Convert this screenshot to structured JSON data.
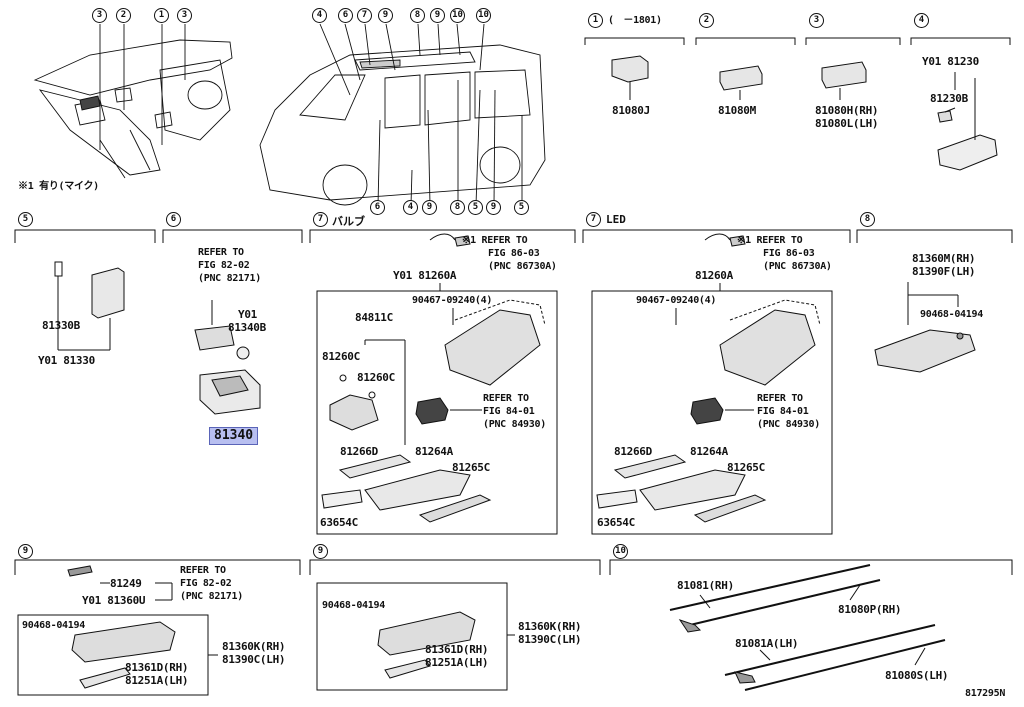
{
  "diagram_id": "817295N",
  "note_mic": "※1 有り(マイク)",
  "overview": {
    "left_callouts": [
      "3",
      "2",
      "1",
      "3"
    ],
    "right_top_callouts": [
      "4",
      "6",
      "7",
      "9",
      "8",
      "9",
      "10",
      "10"
    ],
    "right_bottom_callouts": [
      "6",
      "4",
      "9",
      "8",
      "5",
      "9",
      "5"
    ]
  },
  "top_sections": [
    {
      "num": "1",
      "cond": "(　－1801)",
      "part": "81080J"
    },
    {
      "num": "2",
      "cond": "",
      "part": "81080M"
    },
    {
      "num": "3",
      "cond": "",
      "part": "81080H(RH)",
      "part2": "81080L(LH)"
    },
    {
      "num": "4",
      "cond": "",
      "part": "Y01 81230",
      "part2": "81230B"
    }
  ],
  "sec5": {
    "num": "5",
    "p1": "81330B",
    "p2": "Y01 81330"
  },
  "sec6": {
    "num": "6",
    "ref1": "REFER TO",
    "ref2": "FIG 82-02",
    "ref3": "(PNC 82171)",
    "y01": "Y01",
    "p1": "81340B",
    "p2": "81340"
  },
  "sec7a": {
    "num": "7",
    "label": "バルブ",
    "note": "※1 REFER TO",
    "ref2": "FIG 86-03",
    "ref3": "(PNC 86730A)",
    "assy": "Y01 81260A",
    "bolt": "90467-09240(4)",
    "p1": "84811C",
    "p2": "81260C",
    "p3": "81260C",
    "r1": "REFER TO",
    "r2": "FIG 84-01",
    "r3": "(PNC 84930)",
    "p4": "81266D",
    "p5": "81264A",
    "p6": "81265C",
    "p7": "63654C"
  },
  "sec7b": {
    "num": "7",
    "label": "LED",
    "note": "※1 REFER TO",
    "ref2": "FIG 86-03",
    "ref3": "(PNC 86730A)",
    "assy": "81260A",
    "bolt": "90467-09240(4)",
    "r1": "REFER TO",
    "r2": "FIG 84-01",
    "r3": "(PNC 84930)",
    "p4": "81266D",
    "p5": "81264A",
    "p6": "81265C",
    "p7": "63654C"
  },
  "sec8": {
    "num": "8",
    "p1": "81360M(RH)",
    "p2": "81390F(LH)",
    "p3": "90468-04194"
  },
  "sec9a": {
    "num": "9",
    "p1": "81249",
    "p2": "Y01 81360U",
    "r1": "REFER TO",
    "r2": "FIG 82-02",
    "r3": "(PNC 82171)",
    "p3": "90468-04194",
    "p4": "81360K(RH)",
    "p5": "81390C(LH)",
    "p6": "81361D(RH)",
    "p7": "81251A(LH)"
  },
  "sec9b": {
    "num": "9",
    "p3": "90468-04194",
    "p4": "81360K(RH)",
    "p5": "81390C(LH)",
    "p6": "81361D(RH)",
    "p7": "81251A(LH)"
  },
  "sec10": {
    "num": "10",
    "p1": "81081(RH)",
    "p2": "81080P(RH)",
    "p3": "81081A(LH)",
    "p4": "81080S(LH)"
  },
  "highlight_color": "#b8bff0"
}
